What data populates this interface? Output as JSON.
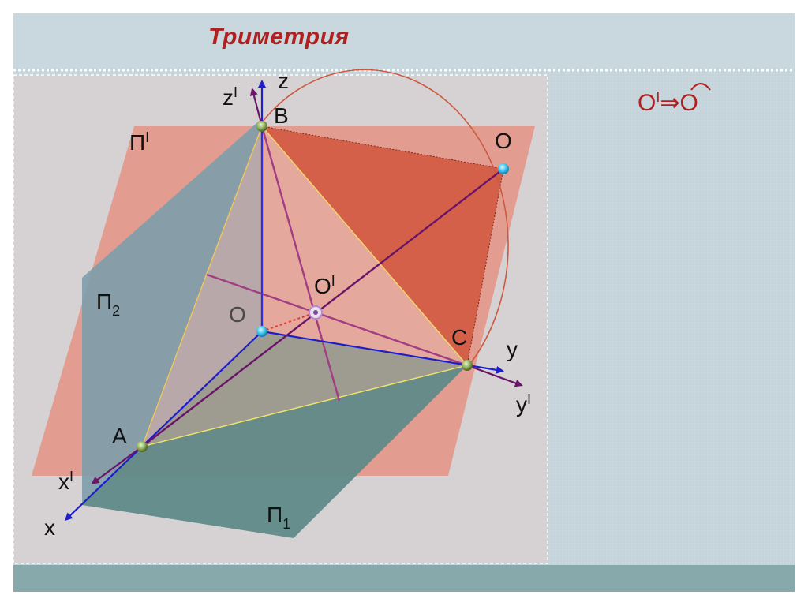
{
  "slide": {
    "title": "Триметрия"
  },
  "formula": {
    "text_left": "O",
    "sup": "I",
    "arrow": "⇒",
    "text_right": "O"
  },
  "labels": {
    "z": "z",
    "z_prime": "z",
    "z_prime_sup": "I",
    "B": "B",
    "O_top": "O",
    "Pi_prime": "П",
    "Pi_prime_sup": "I",
    "Pi_2": "П",
    "Pi_2_sub": "2",
    "O_center": "O",
    "O_prime": "O",
    "O_prime_sup": "I",
    "C": "C",
    "y": "y",
    "y_prime": "y",
    "y_prime_sup": "I",
    "A": "A",
    "x_prime": "x",
    "x_prime_sup": "I",
    "x": "x",
    "Pi_1": "П",
    "Pi_1_sub": "1"
  },
  "colors": {
    "title": "#b21f1f",
    "plane_Pi_prime": "#e39a8c",
    "plane_Pi_2": "#7f9eab",
    "plane_Pi_1": "#5f8a88",
    "triangle_BOC": "#d4604a",
    "axis_blue": "#1d1dcc",
    "axis_purple": "#6a1469",
    "median": "#a23c83",
    "circle": "#cc5a40"
  }
}
